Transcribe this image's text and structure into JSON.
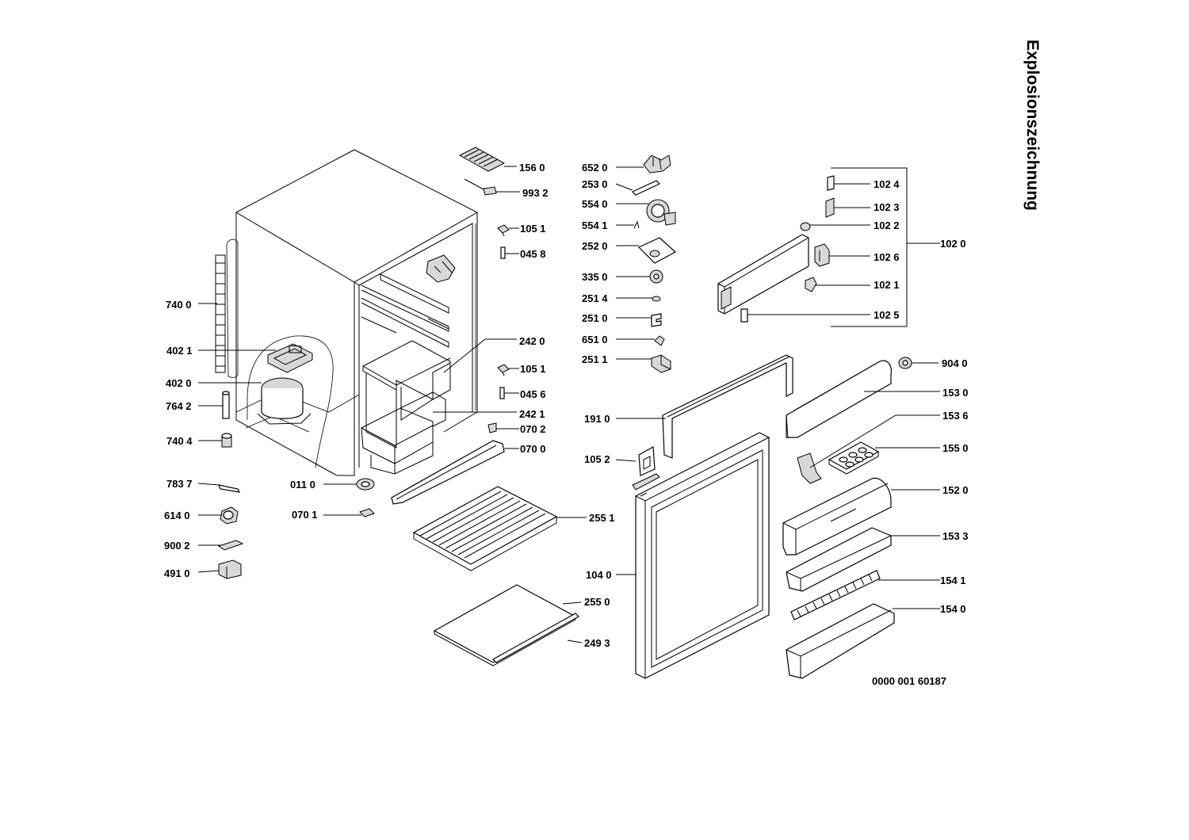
{
  "drawing": {
    "title": "Explosionszeichnung",
    "drawing_number": "0000 001 60187"
  },
  "callouts": {
    "c1560": "156 0",
    "c9932": "993 2",
    "c1051a": "105 1",
    "c0458": "045 8",
    "c2420": "242 0",
    "c1051b": "105 1",
    "c0456": "045 6",
    "c2421": "242 1",
    "c0702": "070 2",
    "c0700": "070 0",
    "c2551": "255 1",
    "c2550": "255 0",
    "c2493": "249 3",
    "c0110": "011 0",
    "c0701": "070 1",
    "c7400": "740 0",
    "c4021": "402 1",
    "c4020": "402 0",
    "c7642": "764 2",
    "c7404": "740 4",
    "c7837": "783 7",
    "c6140": "614 0",
    "c9002": "900 2",
    "c4910": "491 0",
    "c6520": "652 0",
    "c2530": "253 0",
    "c5540": "554 0",
    "c5541": "554 1",
    "c2520": "252 0",
    "c3350": "335 0",
    "c2514": "251 4",
    "c2510": "251 0",
    "c6510": "651 0",
    "c2511": "251 1",
    "c1910": "191 0",
    "c1052": "105 2",
    "c1040": "104 0",
    "c1024": "102 4",
    "c1023": "102 3",
    "c1022": "102 2",
    "c1026": "102 6",
    "c1021": "102 1",
    "c1025": "102 5",
    "c1020": "102 0",
    "c9040": "904 0",
    "c1530": "153 0",
    "c1536": "153 6",
    "c1550": "155 0",
    "c1520": "152 0",
    "c1533": "153 3",
    "c1541": "154 1",
    "c1540": "154 0"
  }
}
